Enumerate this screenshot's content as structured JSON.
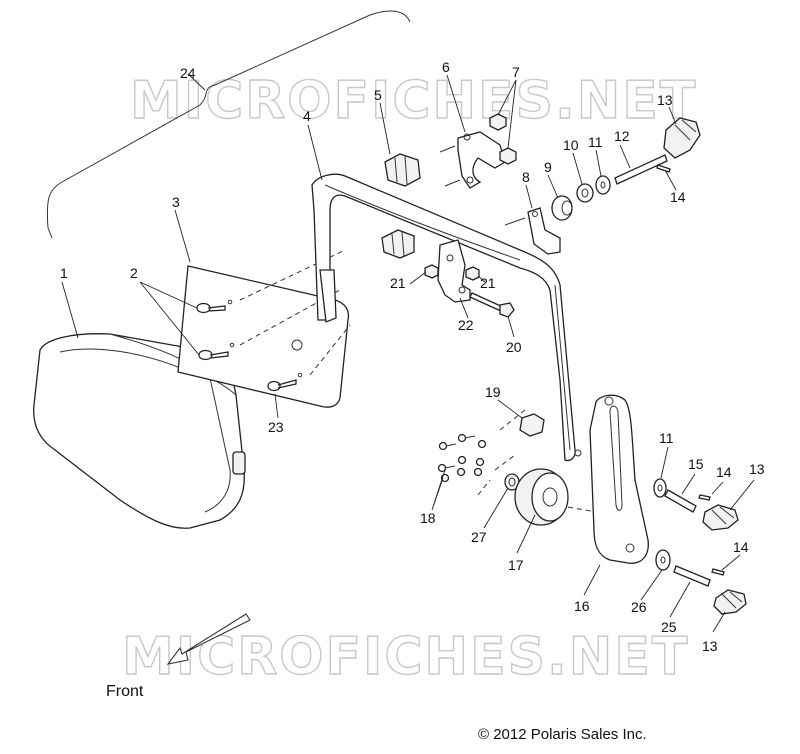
{
  "watermark": {
    "text_top": "MICROFICHES.NET",
    "text_bottom": "MICROFICHES.NET"
  },
  "direction": {
    "label": "Front"
  },
  "copyright": {
    "text": "© 2012 Polaris Sales Inc."
  },
  "callouts": {
    "c1": "1",
    "c2": "2",
    "c3": "3",
    "c4": "4",
    "c5": "5",
    "c6": "6",
    "c7": "7",
    "c8": "8",
    "c9": "9",
    "c10": "10",
    "c11a": "11",
    "c11b": "11",
    "c12": "12",
    "c13a": "13",
    "c13b": "13",
    "c13c": "13",
    "c14a": "14",
    "c14b": "14",
    "c14c": "14",
    "c15": "15",
    "c16": "16",
    "c17": "17",
    "c18": "18",
    "c19": "19",
    "c20": "20",
    "c21a": "21",
    "c21b": "21",
    "c22": "22",
    "c23": "23",
    "c24": "24",
    "c25": "25",
    "c26": "26",
    "c27": "27"
  }
}
